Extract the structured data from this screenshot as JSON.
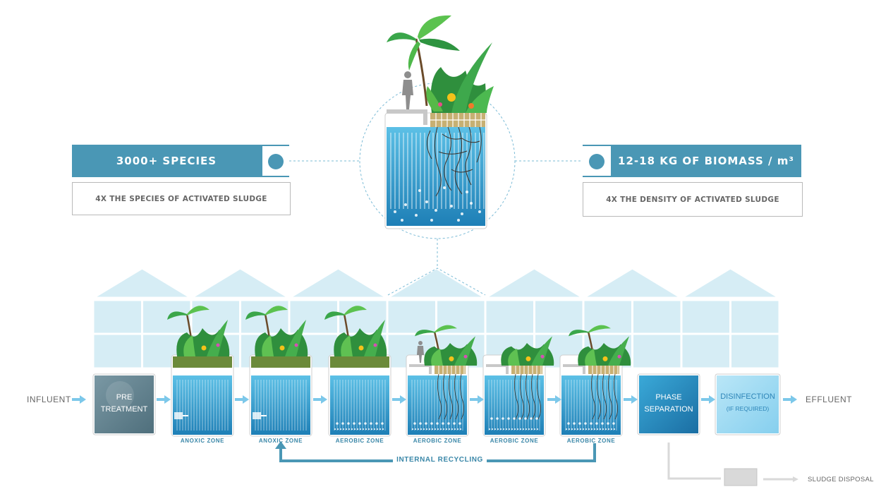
{
  "left_stat": {
    "title": "3000+ SPECIES",
    "subtitle": "4X THE SPECIES OF ACTIVATED SLUDGE"
  },
  "right_stat": {
    "title": "12-18 KG OF BIOMASS / m³",
    "subtitle": "4X THE DENSITY OF ACTIVATED SLUDGE"
  },
  "flow": {
    "influent": "INFLUENT",
    "effluent": "EFFLUENT",
    "pre_treatment": [
      "PRE",
      "TREATMENT"
    ],
    "phase_separation": [
      "PHASE",
      "SEPARATION"
    ],
    "disinfection": "DISINFECTION",
    "disinfection_note": "(IF REQUIRED)",
    "internal_recycling": "INTERNAL RECYCLING",
    "sludge_disposal": "SLUDGE DISPOSAL"
  },
  "zones": [
    {
      "label": "ANOXIC ZONE",
      "type": "anoxic"
    },
    {
      "label": "ANOXIC ZONE",
      "type": "anoxic"
    },
    {
      "label": "AEROBIC ZONE",
      "type": "aerobic-plants"
    },
    {
      "label": "AEROBIC ZONE",
      "type": "aerobic-roots"
    },
    {
      "label": "AEROBIC ZONE",
      "type": "aerobic-roots"
    },
    {
      "label": "AEROBIC ZONE",
      "type": "aerobic-roots"
    }
  ],
  "colors": {
    "accent": "#4a97b5",
    "tank_top": "#5cc0e6",
    "tank_bottom": "#1e7fb6",
    "greenhouse": "#d3ebf3",
    "pre_treatment": "#5f7f8c",
    "disinfection": "#9ad8f2",
    "arrow": "#7cc8ea"
  }
}
